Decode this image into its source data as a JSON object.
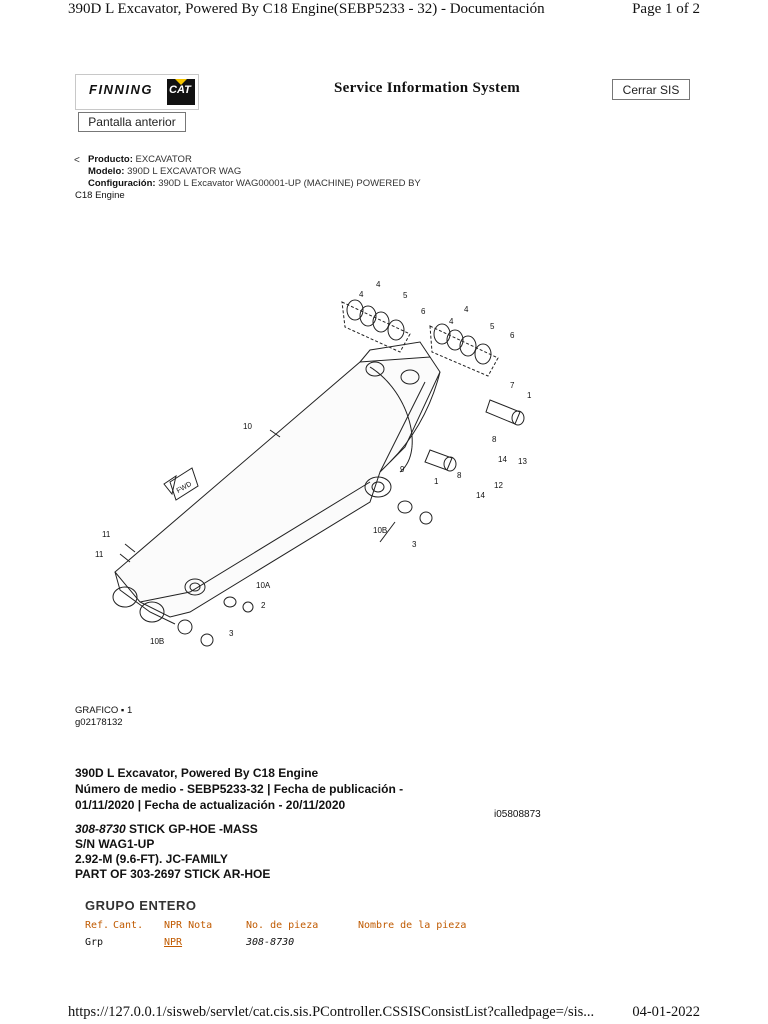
{
  "print_header": {
    "title": "390D L Excavator, Powered By C18 Engine(SEBP5233 - 32) - Documentación",
    "page": "Page 1 of 2"
  },
  "header": {
    "logo_text": "FINNING",
    "logo_badge": "CAT",
    "title": "Service Information System",
    "close_button": "Cerrar SIS",
    "back_button": "Pantalla anterior"
  },
  "product": {
    "product_label": "Producto:",
    "product_value": "EXCAVATOR",
    "model_label": "Modelo:",
    "model_value": "390D L EXCAVATOR WAG",
    "config_label": "Configuración:",
    "config_value": "390D L Excavator WAG00001-UP (MACHINE) POWERED BY",
    "config_value_2": "C18 Engine"
  },
  "diagram": {
    "callouts": [
      "4",
      "4",
      "5",
      "6",
      "4",
      "4",
      "5",
      "6",
      "7",
      "1",
      "8",
      "14",
      "13",
      "12",
      "14",
      "8",
      "1",
      "9",
      "10",
      "10B",
      "3",
      "11",
      "11",
      "10A",
      "2",
      "10B",
      "3"
    ],
    "fwd_label": "FWD"
  },
  "graphic": {
    "label": "GRAFICO",
    "number": "1",
    "id": "g02178132"
  },
  "document": {
    "line1": "390D L Excavator, Powered By C18 Engine",
    "line2": "Número de medio - SEBP5233-32    |    Fecha de publicación -",
    "line3": "01/11/2020    |    Fecha de actualización - 20/11/2020",
    "doc_id": "i05808873"
  },
  "part": {
    "number": "308-8730",
    "title": " STICK GP-HOE -MASS",
    "line2": "S/N WAG1-UP",
    "line3": "2.92-M (9.6-FT). JC-FAMILY",
    "line4": "PART OF 303-2697 STICK AR-HOE"
  },
  "table": {
    "heading": "GRUPO ENTERO",
    "columns": [
      "Ref.",
      "Cant.",
      "NPR Nota",
      "No. de pieza",
      "Nombre de la pieza"
    ],
    "rows": [
      {
        "ref": "Grp",
        "cant": "",
        "npr": "NPR",
        "part_no": "308-8730",
        "name": ""
      }
    ]
  },
  "print_footer": {
    "url": "https://127.0.0.1/sisweb/servlet/cat.cis.sis.PController.CSSISConsistList?calledpage=/sis...",
    "date": "04-01-2022"
  }
}
